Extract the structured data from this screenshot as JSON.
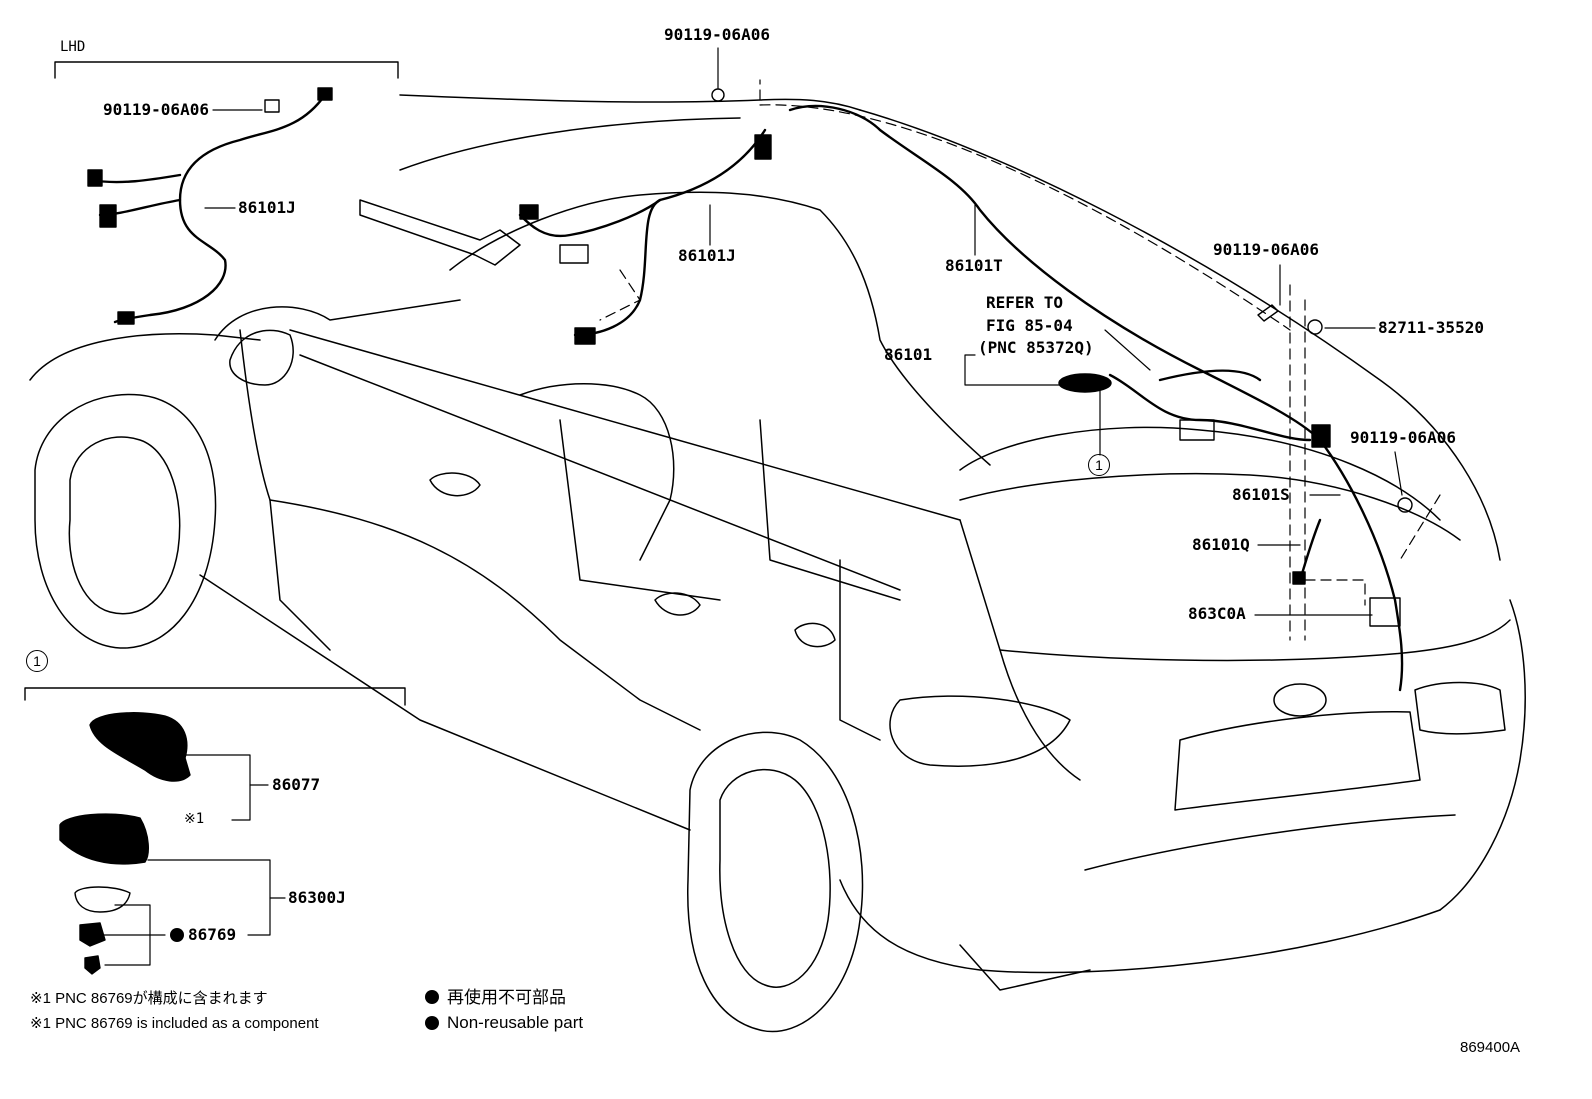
{
  "diagram": {
    "section_label": "LHD",
    "callout_marker": "1",
    "part_labels": {
      "p_90119_top": "90119-06A06",
      "p_90119_lhd": "90119-06A06",
      "p_86101J_lhd": "86101J",
      "p_86101J_main": "86101J",
      "p_86101T": "86101T",
      "p_90119_right_upper": "90119-06A06",
      "p_82711": "82711-35520",
      "p_86101": "86101",
      "refer_line1": "REFER TO",
      "refer_line2": "FIG 85-04",
      "refer_line3": "(PNC 85372Q)",
      "p_90119_right_lower": "90119-06A06",
      "p_86101S": "86101S",
      "p_86101Q": "86101Q",
      "p_863C0A": "863C0A",
      "p_86077": "86077",
      "note_ref": "※1",
      "p_86300J": "86300J",
      "p_86769": "86769"
    },
    "footnotes": {
      "jp_component": "※1 PNC 86769が構成に含まれます",
      "en_component": "※1 PNC 86769 is included as a component",
      "jp_nonreusable": "再使用不可部品",
      "en_nonreusable": "Non-reusable part"
    },
    "drawing_code": "869400A"
  }
}
